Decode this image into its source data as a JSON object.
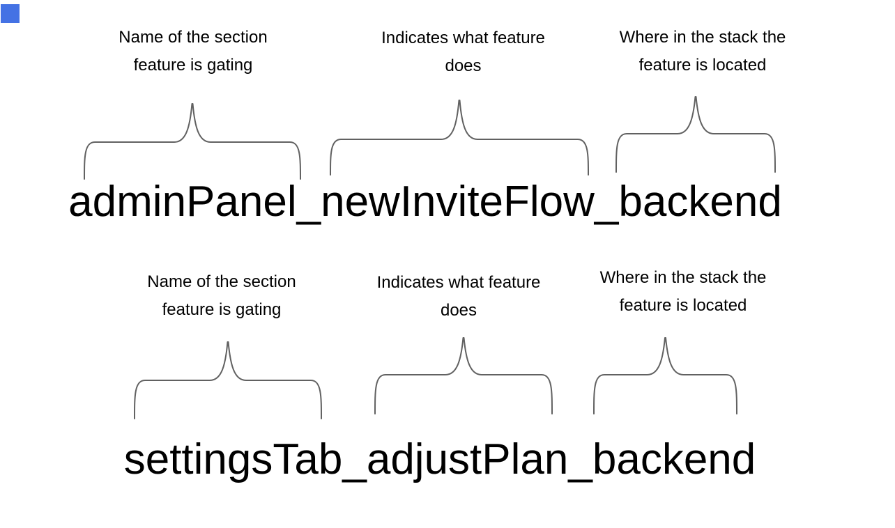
{
  "background_color": "#ffffff",
  "text_color": "#000000",
  "brace_color": "#616161",
  "marker_color": "#4472e4",
  "examples": [
    {
      "flag_name": "adminPanel_newInviteFlow_backend",
      "annotations": [
        {
          "label": "Name of the section\nfeature is gating"
        },
        {
          "label": "Indicates what feature\ndoes"
        },
        {
          "label": "Where in the stack the\nfeature is located"
        }
      ]
    },
    {
      "flag_name": "settingsTab_adjustPlan_backend",
      "annotations": [
        {
          "label": "Name of the section\nfeature is gating"
        },
        {
          "label": "Indicates what feature\ndoes"
        },
        {
          "label": "Where in the stack the\nfeature is located"
        }
      ]
    }
  ]
}
